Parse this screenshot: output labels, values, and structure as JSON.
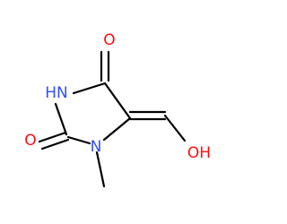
{
  "molecule": {
    "atoms": [
      {
        "id": "o-top",
        "symbol": "O",
        "label": "O",
        "color": "#ff0d0d"
      },
      {
        "id": "n-h",
        "symbol": "N",
        "label": "HN",
        "color": "#3050f8"
      },
      {
        "id": "o-left",
        "symbol": "O",
        "label": "O",
        "color": "#ff0d0d"
      },
      {
        "id": "n-methyl",
        "symbol": "N",
        "label": "N",
        "color": "#3050f8"
      },
      {
        "id": "o-hydroxyl",
        "symbol": "O",
        "label": "OH",
        "color": "#ff0d0d"
      }
    ],
    "bond_color": "#000000"
  }
}
